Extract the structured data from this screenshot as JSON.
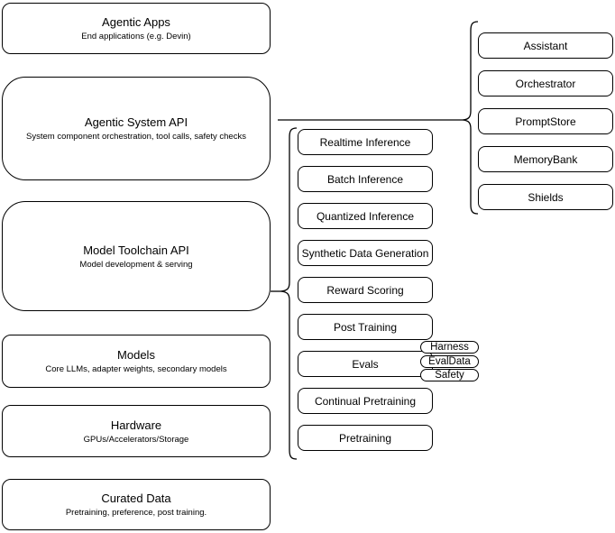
{
  "left": {
    "boxes": [
      {
        "title": "Agentic Apps",
        "subtitle": "End applications (e.g. Devin)"
      },
      {
        "title": "Agentic System API",
        "subtitle": "System component orchestration, tool calls, safety checks"
      },
      {
        "title": "Model Toolchain API",
        "subtitle": "Model development & serving"
      },
      {
        "title": "Models",
        "subtitle": "Core LLMs, adapter weights, secondary models"
      },
      {
        "title": "Hardware",
        "subtitle": "GPUs/Accelerators/Storage"
      },
      {
        "title": "Curated Data",
        "subtitle": "Pretraining, preference, post training."
      }
    ]
  },
  "middle": {
    "boxes": [
      "Realtime Inference",
      "Batch Inference",
      "Quantized Inference",
      "Synthetic Data Generation",
      "Reward Scoring",
      "Post Training",
      "Evals",
      "Continual Pretraining",
      "Pretraining"
    ],
    "eval_tags": [
      "Harness",
      "EvalData",
      "Safety"
    ]
  },
  "right": {
    "boxes": [
      "Assistant",
      "Orchestrator",
      "PromptStore",
      "MemoryBank",
      "Shields"
    ]
  },
  "colors": {
    "stroke": "#000000",
    "background": "#ffffff",
    "text": "#000000"
  }
}
